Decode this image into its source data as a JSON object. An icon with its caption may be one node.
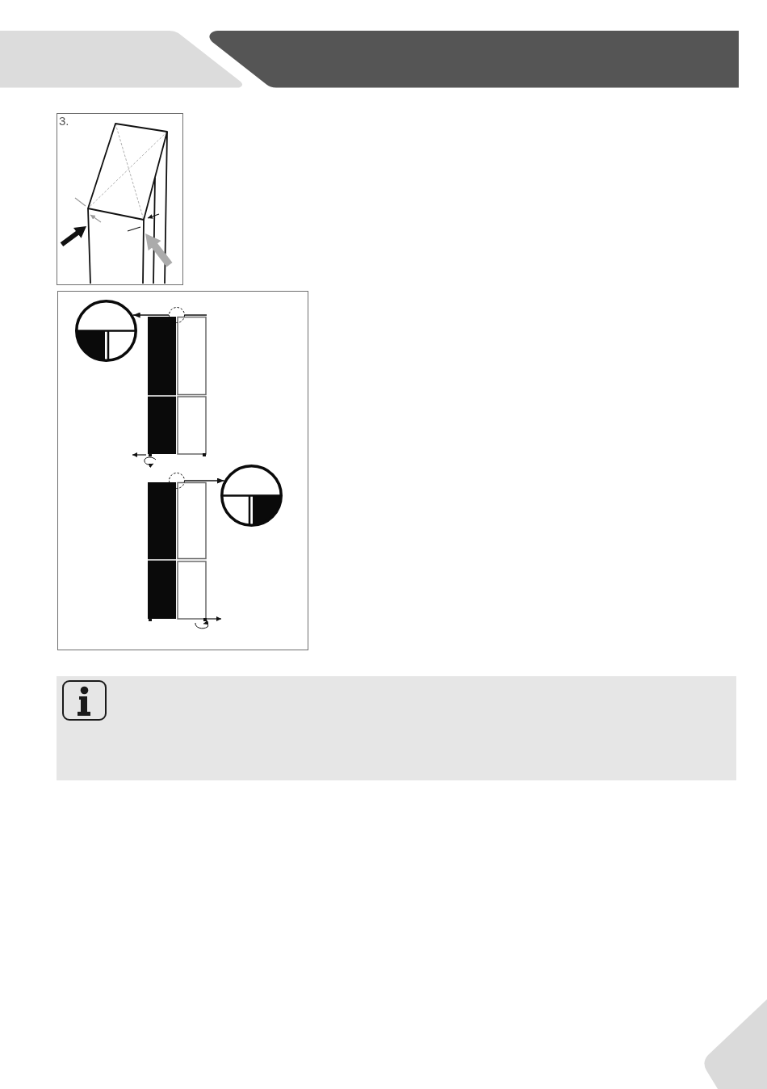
{
  "diagram": {
    "nodes": [
      {
        "text": [
          "3."
        ]
      },
      {
        "text": [],
        "shape": "box"
      },
      {
        "text": [],
        "shape": "circle",
        "in": 1
      },
      {
        "text": [],
        "shape": "circle",
        "in": 1
      },
      {
        "text": [],
        "shape": "circle",
        "in": 1
      },
      {
        "text": [],
        "shape": "circle",
        "in": 1
      }
    ],
    "edges": [
      {
        "from": 2,
        "to": 3,
        "arrow": "to"
      },
      {
        "from": 4,
        "to": 5,
        "arrow": "to"
      }
    ]
  }
}
